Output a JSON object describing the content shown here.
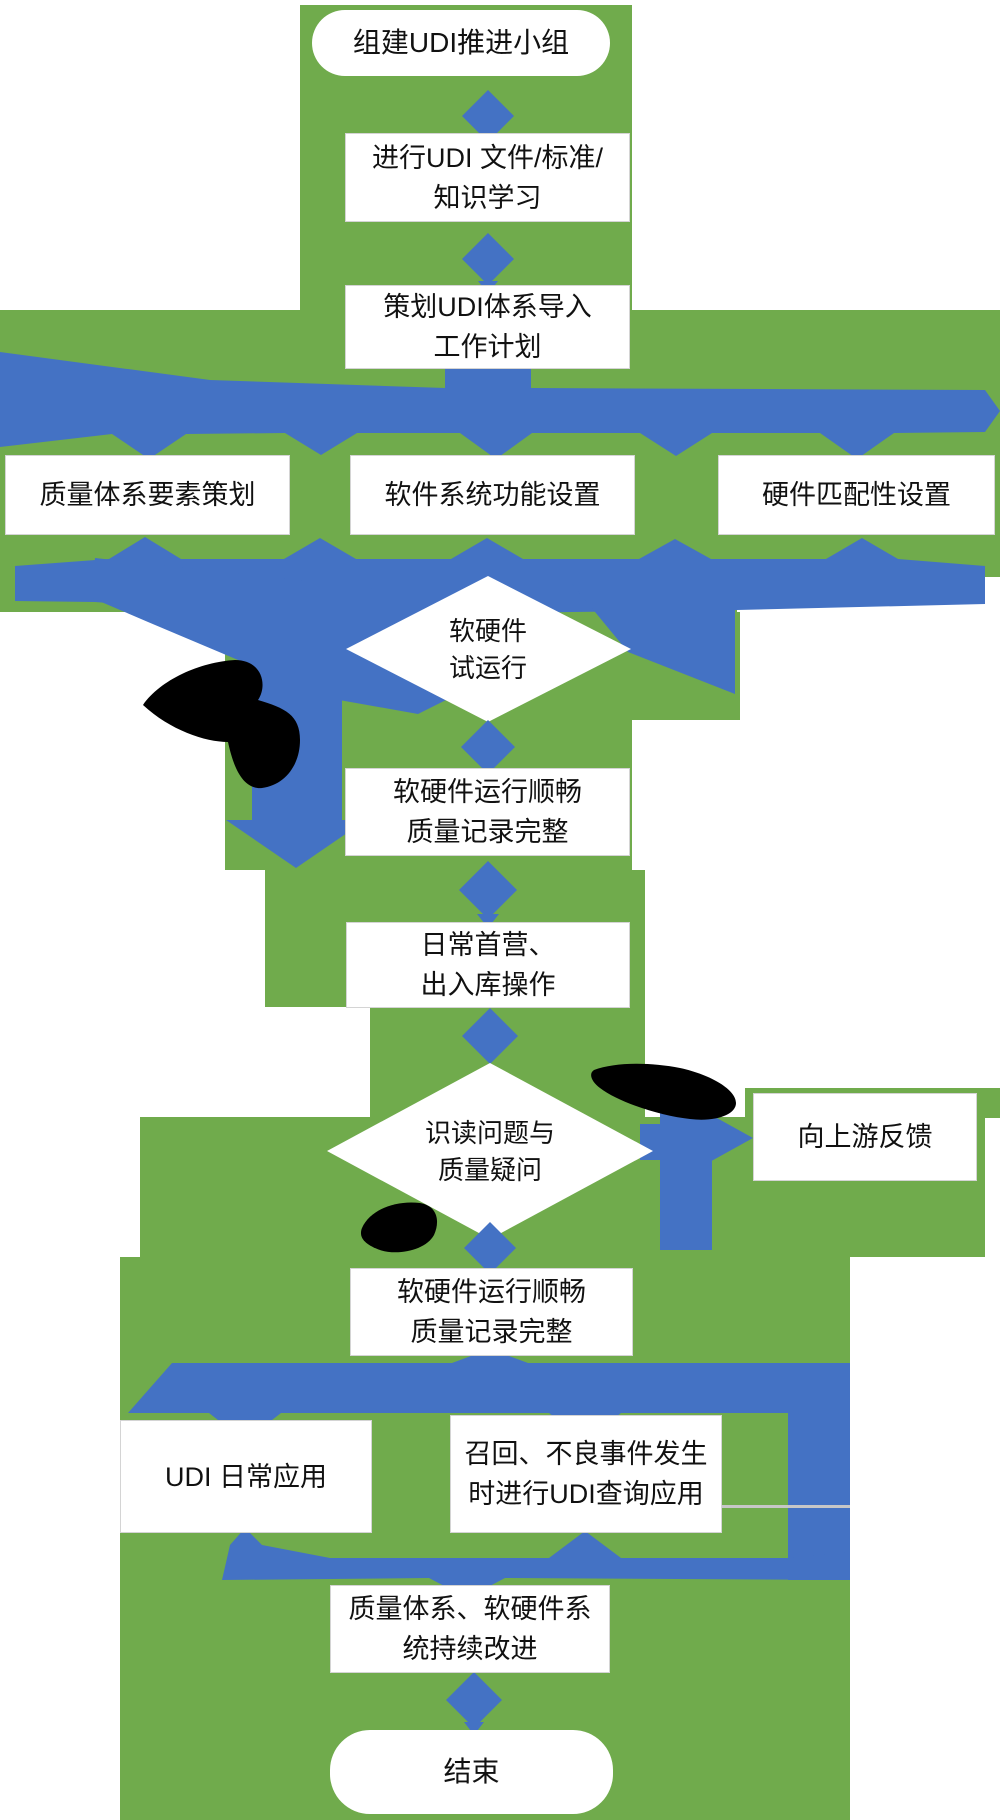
{
  "diagram": {
    "type": "flowchart",
    "language": "zh-CN",
    "nodes": {
      "start": "组建UDI推进小组",
      "study_line1": "进行UDI 文件/标准/",
      "study_line2": "知识学习",
      "plan_line1": "策划UDI体系导入",
      "plan_line2": "工作计划",
      "qms": "质量体系要素策划",
      "software": "软件系统功能设置",
      "hardware": "硬件匹配性设置",
      "trial_line1": "软硬件",
      "trial_line2": "试运行",
      "smooth1_line1": "软硬件运行顺畅",
      "smooth1_line2": "质量记录完整",
      "daily_line1": "日常首营、",
      "daily_line2": "出入库操作",
      "reading_line1": "识读问题与",
      "reading_line2": "质量疑问",
      "feedback": "向上游反馈",
      "smooth2_line1": "软硬件运行顺畅",
      "smooth2_line2": "质量记录完整",
      "udi_daily": "UDI 日常应用",
      "recall_line1": "召回、不良事件发生",
      "recall_line2": "时进行UDI查询应用",
      "improve_line1": "质量体系、软硬件系",
      "improve_line2": "统持续改进",
      "end": "结束"
    },
    "edges": [
      {
        "from": "组建UDI推进小组",
        "to": "进行UDI 文件/标准/知识学习"
      },
      {
        "from": "进行UDI 文件/标准/知识学习",
        "to": "策划UDI体系导入工作计划"
      },
      {
        "from": "策划UDI体系导入工作计划",
        "to": "质量体系要素策划"
      },
      {
        "from": "策划UDI体系导入工作计划",
        "to": "软件系统功能设置"
      },
      {
        "from": "策划UDI体系导入工作计划",
        "to": "硬件匹配性设置"
      },
      {
        "from": "质量体系要素策划",
        "to": "软硬件试运行"
      },
      {
        "from": "软件系统功能设置",
        "to": "软硬件试运行"
      },
      {
        "from": "硬件匹配性设置",
        "to": "软硬件试运行"
      },
      {
        "from": "软硬件试运行",
        "to": "软硬件运行顺畅质量记录完整"
      },
      {
        "from": "软硬件运行顺畅质量记录完整",
        "to": "日常首营、出入库操作"
      },
      {
        "from": "日常首营、出入库操作",
        "to": "识读问题与质量疑问"
      },
      {
        "from": "识读问题与质量疑问",
        "to": "向上游反馈"
      },
      {
        "from": "识读问题与质量疑问",
        "to": "软硬件运行顺畅质量记录完整(2)"
      },
      {
        "from": "软硬件运行顺畅质量记录完整(2)",
        "to": "UDI 日常应用"
      },
      {
        "from": "软硬件运行顺畅质量记录完整(2)",
        "to": "召回、不良事件发生时进行UDI查询应用"
      },
      {
        "from": "UDI 日常应用",
        "to": "质量体系、软硬件系统持续改进"
      },
      {
        "from": "召回、不良事件发生时进行UDI查询应用",
        "to": "质量体系、软硬件系统持续改进"
      },
      {
        "from": "质量体系、软硬件系统持续改进",
        "to": "结束"
      }
    ],
    "colors": {
      "background_green": "#70AB4C",
      "connector_blue": "#4472C4",
      "annotation_black": "#000000",
      "node_fill": "#ffffff",
      "node_border": "#d4d4d4",
      "text": "#111111"
    }
  }
}
